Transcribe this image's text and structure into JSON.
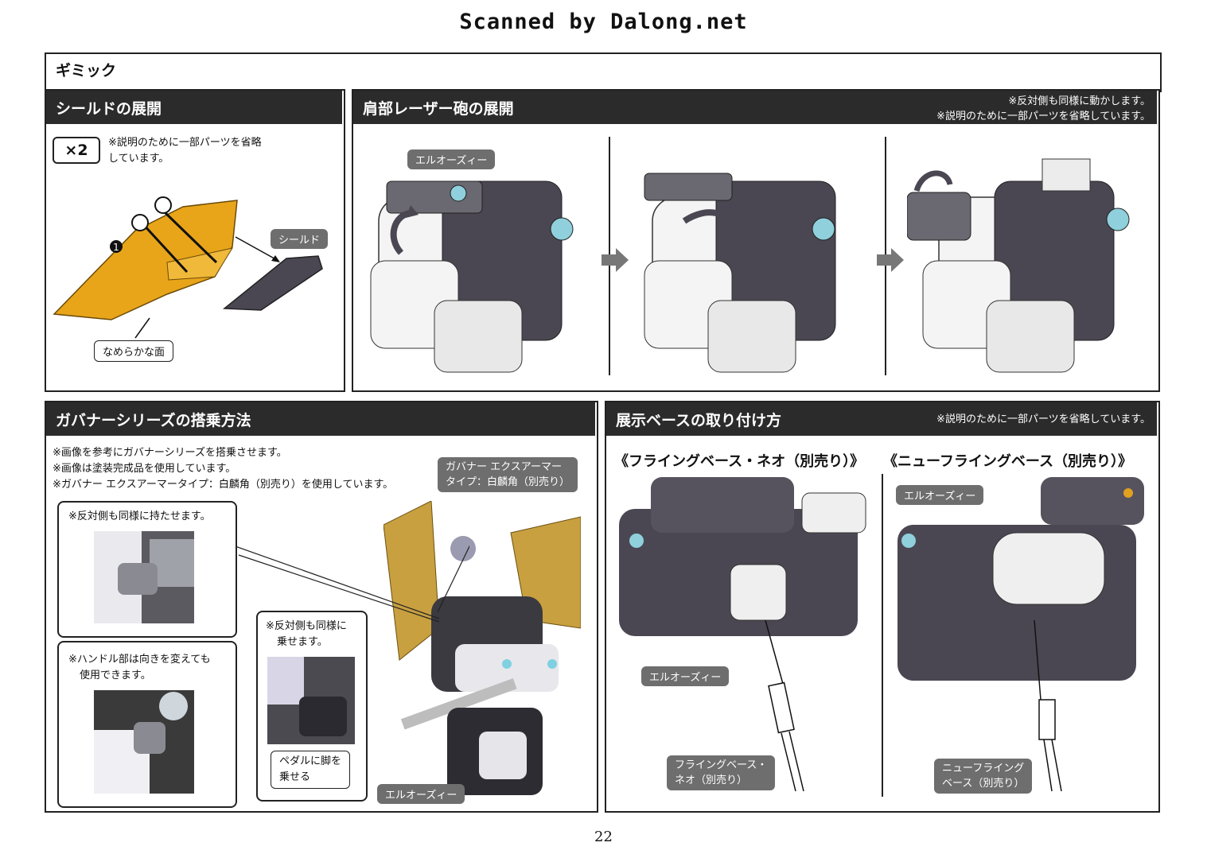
{
  "watermark": "Scanned by Dalong.net",
  "page_title": "ギミック",
  "shield": {
    "heading": "シールドの展開",
    "multiplier": "×2",
    "note": "※説明のために一部パーツを省略しています。",
    "part_label": "シールド",
    "surface_label": "なめらかな面",
    "step_number": "1"
  },
  "laser": {
    "heading": "肩部レーザー砲の展開",
    "note1": "※反対側も同様に動かします。",
    "note2": "※説明のために一部パーツを省略しています。",
    "unit_label": "エルオーズィー"
  },
  "governor": {
    "heading": "ガバナーシリーズの搭乗方法",
    "notes": [
      "※画像を参考にガバナーシリーズを搭乗させます。",
      "※画像は塗装完成品を使用しています。",
      "※ガバナー エクスアーマータイプ：白麟角（別売り）を使用しています。"
    ],
    "figure_label_line1": "ガバナー エクスアーマー",
    "figure_label_line2": "タイプ：白麟角（別売り）",
    "callout_grip": "※反対側も同様に持たせます。",
    "callout_handle_line1": "※ハンドル部は向きを変えても",
    "callout_handle_line2": "使用できます。",
    "callout_ride_line1": "※反対側も同様に",
    "callout_ride_line2": "乗せます。",
    "pedal_line1": "ペダルに脚を",
    "pedal_line2": "乗せる",
    "unit_label": "エルオーズィー"
  },
  "display": {
    "heading": "展示ベースの取り付け方",
    "note": "※説明のために一部パーツを省略しています。",
    "left_title": "《フライングベース・ネオ（別売り）》",
    "right_title": "《ニューフライングベース（別売り）》",
    "left_unit_label": "エルオーズィー",
    "left_base_line1": "フライングベース・",
    "left_base_line2": "ネオ（別売り）",
    "right_unit_label": "エルオーズィー",
    "right_base_line1": "ニューフライング",
    "right_base_line2": "ベース（別売り）"
  },
  "page_number": "22",
  "colors": {
    "bar": "#2b2b2b",
    "shield_yellow": "#e8a51a",
    "machine_dark": "#4a4752",
    "label_gray": "#6e6e6e"
  }
}
